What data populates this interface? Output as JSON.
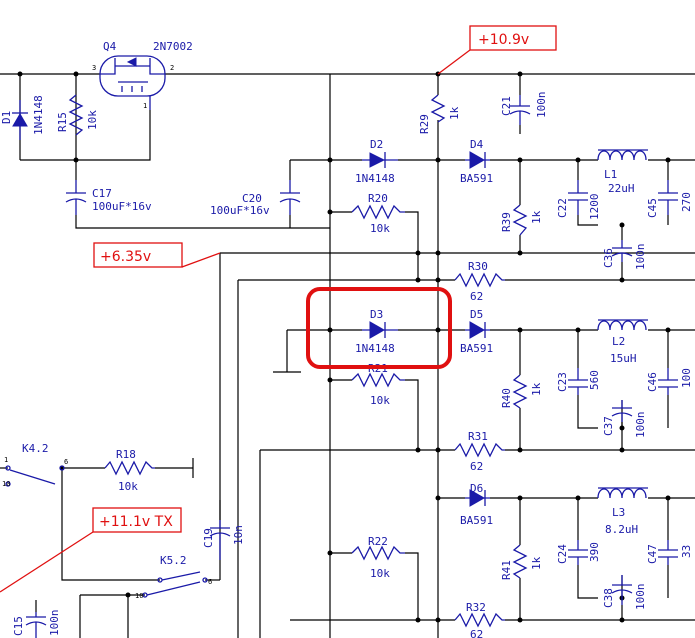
{
  "annotations": {
    "v1": "+10.9v",
    "v2": "+6.35v",
    "v3": "+11.1v  TX"
  },
  "components": {
    "q4_ref": "Q4",
    "q4_part": "2N7002",
    "d1_ref": "D1",
    "d1_part": "1N4148",
    "r15_ref": "R15",
    "r15_val": "10k",
    "c17_ref": "C17",
    "c17_val": "100uF*16v",
    "r29_ref": "R29",
    "r29_val": "1k",
    "c21_ref": "C21",
    "c21_val": "100n",
    "d2_ref": "D2",
    "d2_part": "1N4148",
    "d4_ref": "D4",
    "d4_part": "BA591",
    "l1_ref": "L1",
    "l1_val": "22uH",
    "c20_ref": "C20",
    "c20_val": "100uF*16v",
    "r20_ref": "R20",
    "r20_val": "10k",
    "r39_ref": "R39",
    "r39_val": "1k",
    "c22_ref": "C22",
    "c22_val": "1200",
    "c45_ref": "C45",
    "c45_val": "270",
    "c36_ref": "C36",
    "c36_val": "100n",
    "r30_ref": "R30",
    "r30_val": "62",
    "d3_ref": "D3",
    "d3_part": "1N4148",
    "d5_ref": "D5",
    "d5_part": "BA591",
    "l2_ref": "L2",
    "l2_val": "15uH",
    "r21_ref": "R21",
    "r21_val": "10k",
    "r40_ref": "R40",
    "r40_val": "1k",
    "c23_ref": "C23",
    "c23_val": "560",
    "c46_ref": "C46",
    "c46_val": "100",
    "c37_ref": "C37",
    "c37_val": "100n",
    "k42_ref": "K4.2",
    "r18_ref": "R18",
    "r18_val": "10k",
    "r31_ref": "R31",
    "r31_val": "62",
    "d6_ref": "D6",
    "d6_part": "BA591",
    "l3_ref": "L3",
    "l3_val": "8.2uH",
    "c19_ref": "C19",
    "c19_val": "10n",
    "k52_ref": "K5.2",
    "r22_ref": "R22",
    "r22_val": "10k",
    "r41_ref": "R41",
    "r41_val": "1k",
    "c24_ref": "C24",
    "c24_val": "390",
    "c47_ref": "C47",
    "c47_val": "33",
    "c38_ref": "C38",
    "c38_val": "100n",
    "c15_ref": "C15",
    "c15_val": "100n",
    "r32_ref": "R32",
    "r32_val": "62"
  },
  "pins": {
    "p1": "1",
    "p2": "2",
    "p3": "3",
    "p6": "6",
    "p10": "10"
  },
  "colors": {
    "wire": "#000000",
    "symbol": "#1a1aa8",
    "annotation": "#e01010"
  }
}
